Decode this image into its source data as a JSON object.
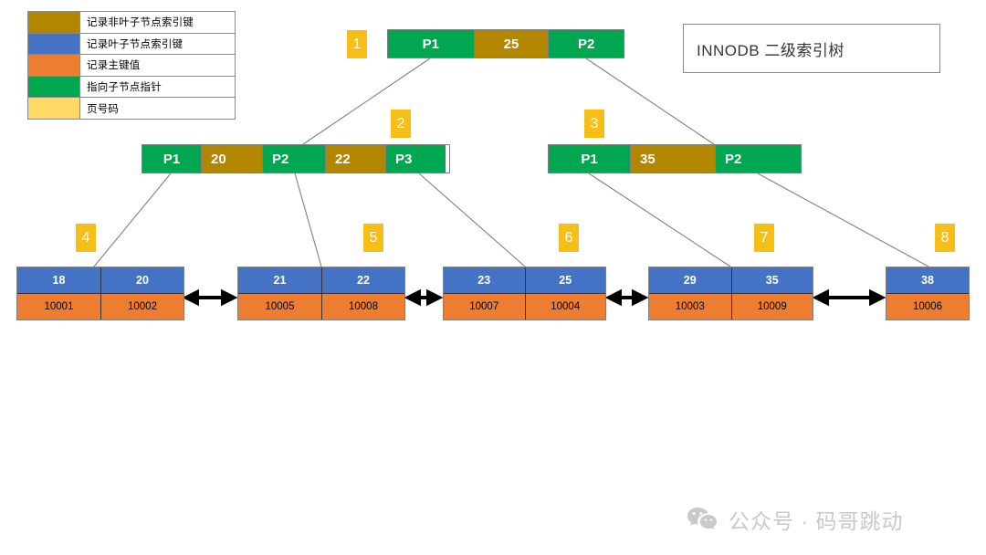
{
  "legend": {
    "rows": [
      {
        "color": "#b38600",
        "label": "记录非叶子节点索引键"
      },
      {
        "color": "#4472c4",
        "label": "记录叶子节点索引键"
      },
      {
        "color": "#ed7d31",
        "label": "记录主键值"
      },
      {
        "color": "#00a650",
        "label": "指向子节点指针"
      },
      {
        "color": "#ffd966",
        "label": "页号码"
      }
    ]
  },
  "title": {
    "text": "INNODB 二级索引树"
  },
  "colors": {
    "pointer_green": "#00a650",
    "key_gold": "#b38600",
    "leaf_blue": "#4472c4",
    "pk_orange": "#ed7d31",
    "page_badge": "#f6bf17",
    "page_badge_legend": "#ffd966",
    "line": "#808080"
  },
  "nodes": {
    "root": {
      "page": "1",
      "cells": [
        {
          "type": "pointer",
          "text": "P1"
        },
        {
          "type": "key",
          "text": "25"
        },
        {
          "type": "pointer",
          "text": "P2"
        }
      ]
    },
    "level2": [
      {
        "page": "2",
        "cells": [
          {
            "type": "pointer",
            "text": "P1"
          },
          {
            "type": "key",
            "text": "20"
          },
          {
            "type": "pointer",
            "text": "P2"
          },
          {
            "type": "key",
            "text": "22"
          },
          {
            "type": "pointer",
            "text": "P3"
          }
        ]
      },
      {
        "page": "3",
        "cells": [
          {
            "type": "pointer",
            "text": "P1"
          },
          {
            "type": "key",
            "text": "35"
          },
          {
            "type": "pointer",
            "text": "P2"
          }
        ]
      }
    ],
    "leaves": [
      {
        "page": "4",
        "keys": [
          "18",
          "20"
        ],
        "pks": [
          "10001",
          "10002"
        ]
      },
      {
        "page": "5",
        "keys": [
          "21",
          "22"
        ],
        "pks": [
          "10005",
          "10008"
        ]
      },
      {
        "page": "6",
        "keys": [
          "23",
          "25"
        ],
        "pks": [
          "10007",
          "10004"
        ]
      },
      {
        "page": "7",
        "keys": [
          "29",
          "35"
        ],
        "pks": [
          "10003",
          "10009"
        ]
      },
      {
        "page": "8",
        "keys": [
          "38"
        ],
        "pks": [
          "10006"
        ]
      }
    ]
  },
  "watermark": {
    "icon": "wechat-icon",
    "text": "公众号 · 码哥跳动"
  }
}
